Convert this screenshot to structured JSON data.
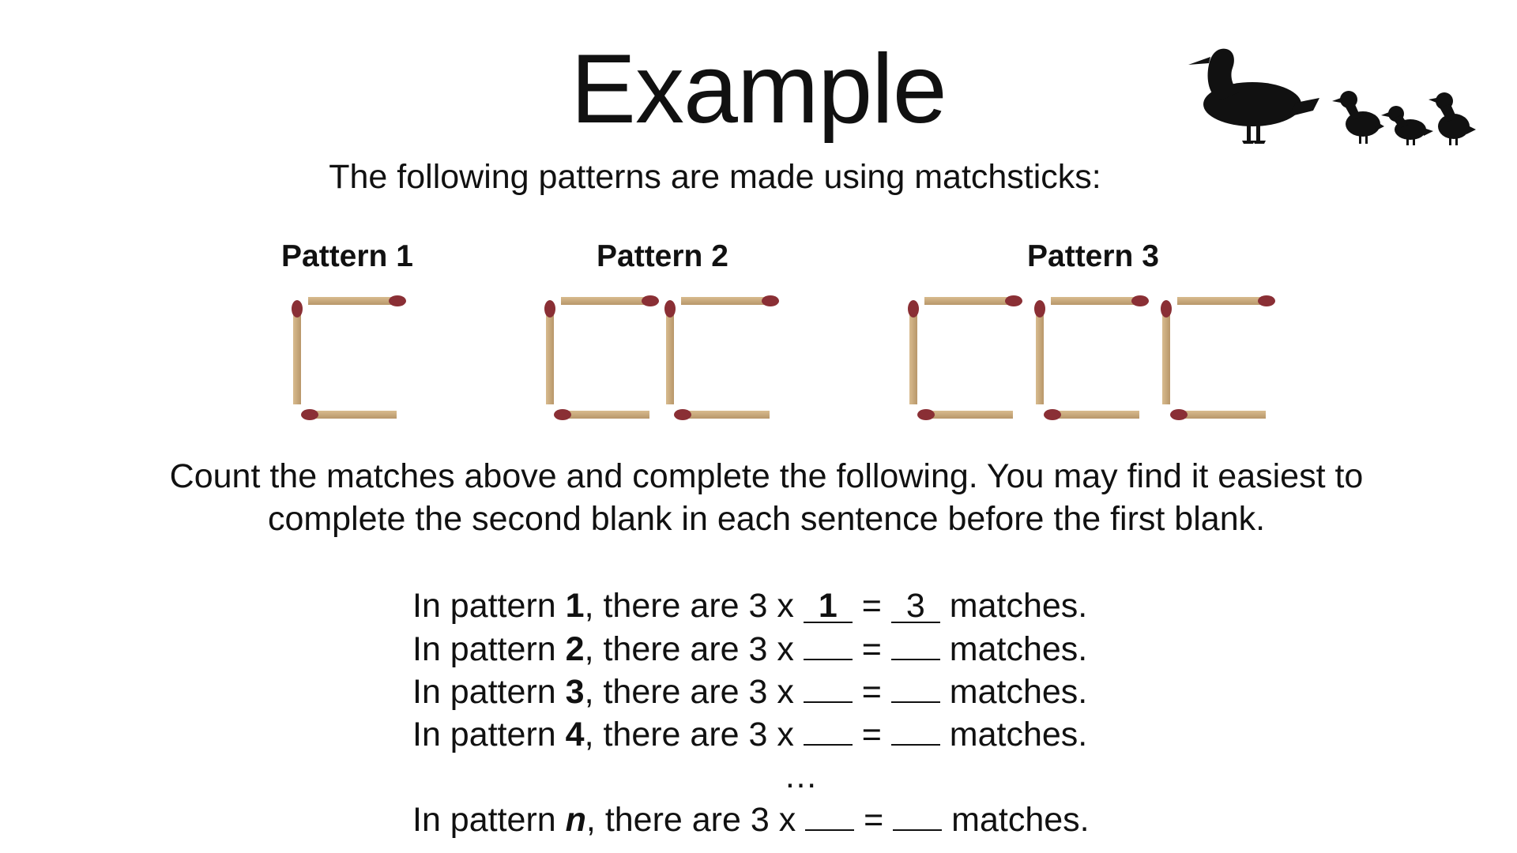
{
  "slide": {
    "title": "Example",
    "intro": "The following patterns are made using matchsticks:",
    "pattern_labels": [
      "Pattern 1",
      "Pattern 2",
      "Pattern 3"
    ],
    "instruction_line1": "Count the matches above and complete the following. You may find it easiest to",
    "instruction_line2": "complete the second blank in each sentence before the first blank.",
    "rows": [
      {
        "prefix": "In pattern ",
        "number": "1",
        "middle": ", there are 3 x ",
        "blank1": "1",
        "equals": " = ",
        "blank2": "3",
        "suffix": " matches."
      },
      {
        "prefix": "In pattern ",
        "number": "2",
        "middle": ", there are 3 x ",
        "blank1": "",
        "equals": " = ",
        "blank2": "",
        "suffix": " matches."
      },
      {
        "prefix": "In pattern ",
        "number": "3",
        "middle": ", there are 3 x ",
        "blank1": "",
        "equals": " = ",
        "blank2": "",
        "suffix": " matches."
      },
      {
        "prefix": "In pattern ",
        "number": "4",
        "middle": ", there are 3 x ",
        "blank1": "",
        "equals": " = ",
        "blank2": "",
        "suffix": " matches."
      }
    ],
    "ellipsis": "…",
    "last_row": {
      "prefix": "In pattern ",
      "number": "n",
      "middle": ", there are 3 x ",
      "blank1": "",
      "equals": " = ",
      "blank2": "",
      "suffix": " matches."
    }
  },
  "colors": {
    "match_wood": "#c9a97c",
    "match_head": "#8a2f35",
    "duck": "#111111"
  },
  "icons": [
    "duck-icon",
    "duckling-icon"
  ]
}
